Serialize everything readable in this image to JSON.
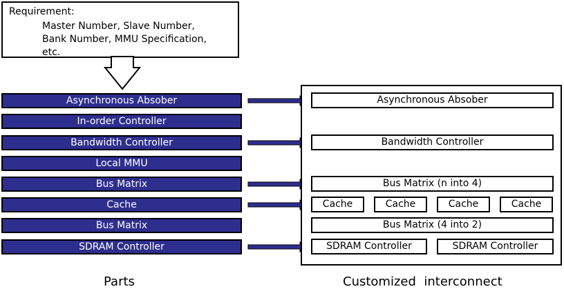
{
  "requirement": {
    "title": "Requirement:",
    "lines": [
      "Master Number, Slave Number,",
      "Bank Number, MMU Specification,",
      "etc."
    ]
  },
  "parts": [
    "Asynchronous Absober",
    "In-order Controller",
    "Bandwidth Controller",
    "Local MMU",
    "Bus Matrix",
    "Cache",
    "Bus Matrix",
    "SDRAM Controller"
  ],
  "interconnect": {
    "async": "Asynchronous Absober",
    "bandwidth": "Bandwidth Controller",
    "bus_matrix_1": "Bus Matrix (n into 4)",
    "caches": [
      "Cache",
      "Cache",
      "Cache",
      "Cache"
    ],
    "bus_matrix_2": "Bus Matrix (4 into 2)",
    "sdram": [
      "SDRAM Controller",
      "SDRAM Controller"
    ]
  },
  "captions": {
    "parts": "Parts",
    "interconnect": "Customized  interconnect"
  },
  "colors": {
    "part_fill": "#2e2e8f",
    "arrow_fill": "#2e2e8f",
    "border": "#000000"
  }
}
